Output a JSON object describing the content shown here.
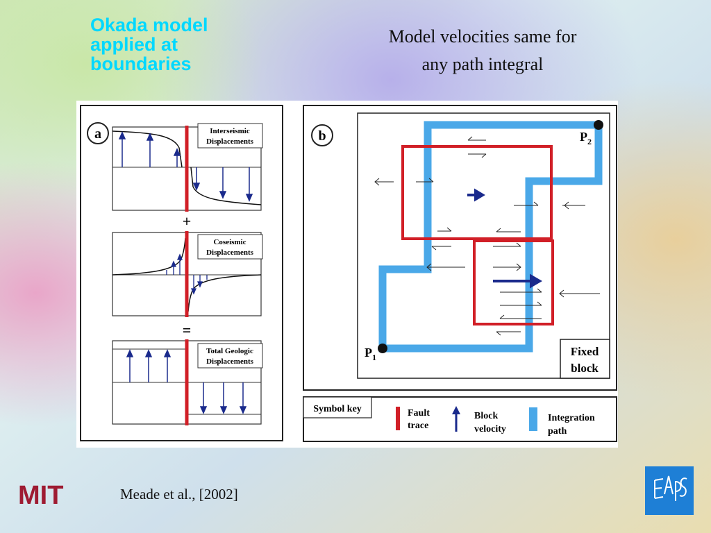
{
  "slide": {
    "title": "Okada model\napplied at\nboundaries",
    "subtitle": "Model velocities same for\nany path integral",
    "citation": "Meade et al., [2002]",
    "logo_left": "MIT",
    "logo_right": "EAPS"
  },
  "panel_a": {
    "label": "a",
    "interseismic": [
      "Interseismic",
      "Displacements"
    ],
    "plus": "+",
    "coseismic": [
      "Coseismic",
      "Displacements"
    ],
    "equals": "=",
    "total": [
      "Total Geologic",
      "Displacements"
    ]
  },
  "panel_b": {
    "label": "b",
    "p1": "P",
    "p1_sub": "1",
    "p2": "P",
    "p2_sub": "2",
    "fixed_block": [
      "Fixed",
      "block"
    ]
  },
  "symbol_key": {
    "title": "Symbol key",
    "fault": [
      "Fault",
      "trace"
    ],
    "velocity": [
      "Block",
      "velocity"
    ],
    "integration": [
      "Integration",
      "path"
    ]
  },
  "colors": {
    "title": "#00d8ff",
    "fault": "#d11f27",
    "velocity": "#1a2a8c",
    "integration": "#4aa8e8",
    "eaps": "#1e7fd6",
    "mit": "#9e1b32"
  }
}
